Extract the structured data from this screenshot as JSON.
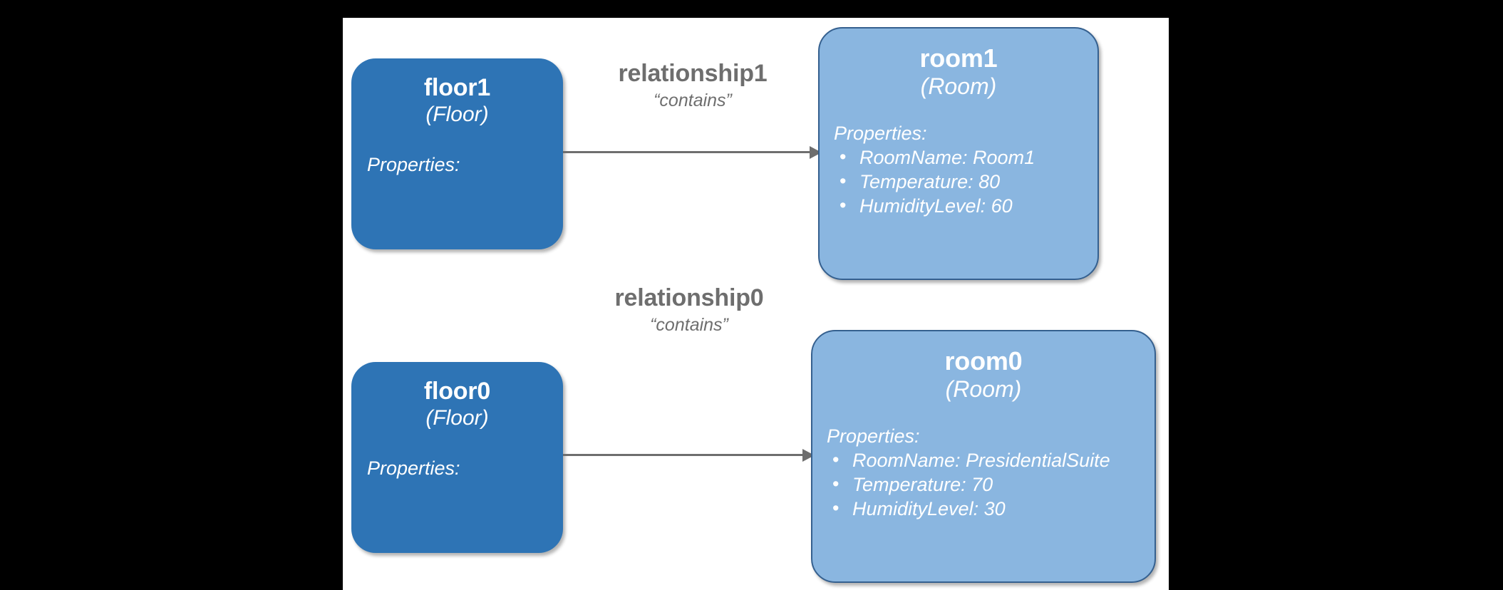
{
  "canvas": {
    "background_color": "#ffffff",
    "outer_background_color": "#000000"
  },
  "palette": {
    "floor_fill": "#2E74B5",
    "room_fill": "#8AB6E0",
    "room_border": "#35608F",
    "edge_gray": "#6E6E6E",
    "node_text": "#ffffff"
  },
  "nodes": [
    {
      "id": "floor1",
      "name": "floor1",
      "model": "(Floor)",
      "properties_heading": "Properties:",
      "properties": []
    },
    {
      "id": "room1",
      "name": "room1",
      "model": "(Room)",
      "properties_heading": "Properties:",
      "properties": [
        "RoomName: Room1",
        "Temperature: 80",
        "HumidityLevel: 60"
      ]
    },
    {
      "id": "floor0",
      "name": "floor0",
      "model": "(Floor)",
      "properties_heading": "Properties:",
      "properties": []
    },
    {
      "id": "room0",
      "name": "room0",
      "model": "(Room)",
      "properties_heading": "Properties:",
      "properties": [
        "RoomName: PresidentialSuite",
        "Temperature: 70",
        "HumidityLevel: 30"
      ]
    }
  ],
  "edges": [
    {
      "id": "relationship1",
      "name": "relationship1",
      "kind": "“contains”",
      "source": "floor1",
      "target": "room1"
    },
    {
      "id": "relationship0",
      "name": "relationship0",
      "kind": "“contains”",
      "source": "floor0",
      "target": "room0"
    }
  ],
  "bullet_glyph": "•"
}
